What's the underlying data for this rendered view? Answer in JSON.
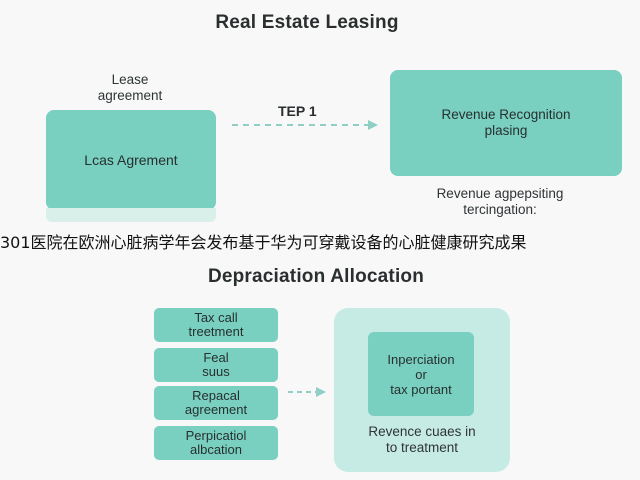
{
  "top": {
    "title": "Real Estate Leasing",
    "lease_caption": "Lease\nagreement",
    "lease_box": "Lcas Agrement",
    "step_label": "TEP 1",
    "revenue_box": "Revenue Recognition\nplasing",
    "revenue_caption": "Revenue agpepsiting\ntercingation:"
  },
  "banner": {
    "text": "301医院在欧洲心脏病学年会发布基于华为可穿戴设备的心脏健康研究成果"
  },
  "bottom": {
    "title": "Depraciation Allocation",
    "items": [
      "Tax call\ntreetment",
      "Feal\nsuus",
      "Repacal\nagreement",
      "Perpicatiol\nalbcation"
    ],
    "inner_box": "Inperciation\nor\ntax portant",
    "panel_caption": "Revence cuaes in\nto treatment"
  },
  "colors": {
    "box": "#79cfc0",
    "panel": "#c6ebe5",
    "arrow": "#8fcfc6",
    "background": "#f7f8f7"
  }
}
